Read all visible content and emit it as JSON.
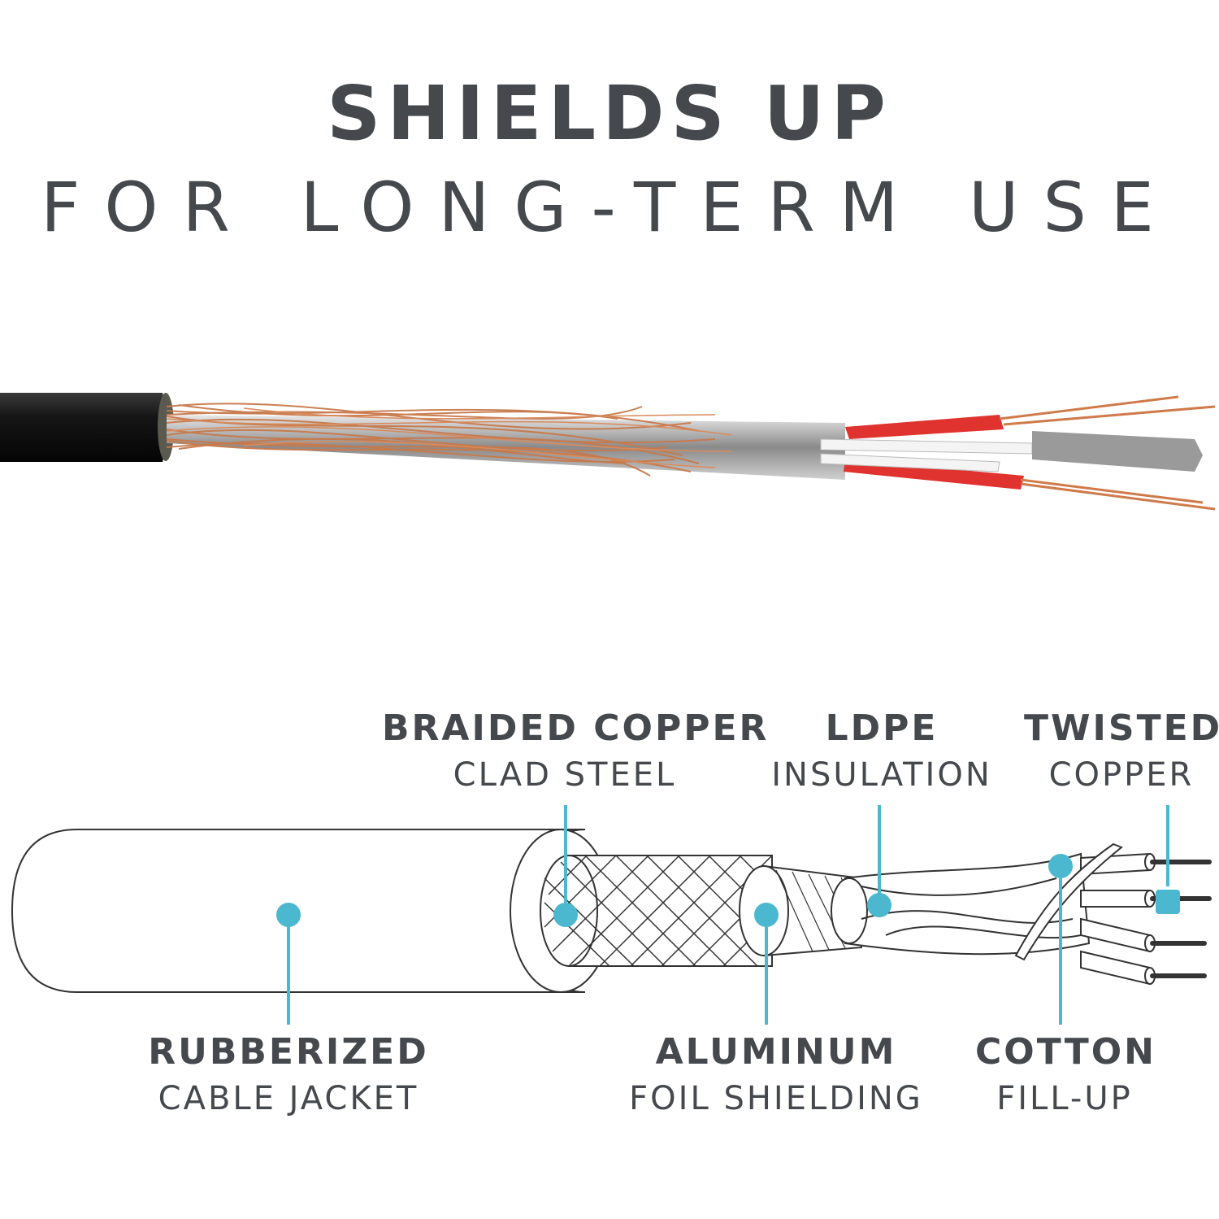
{
  "headline": {
    "title": "SHIELDS UP",
    "subtitle": "FOR LONG-TERM USE"
  },
  "colors": {
    "text": "#45484d",
    "accent": "#4bb8cf",
    "copper": "#c8794a",
    "jacket": "#1a1a1a",
    "wire_red": "#e0322e"
  },
  "labels": {
    "braided": {
      "bold": "BRAIDED COPPER",
      "normal": "CLAD STEEL"
    },
    "ldpe": {
      "bold": "LDPE",
      "normal": "INSULATION"
    },
    "twisted": {
      "bold": "TWISTED",
      "normal": "COPPER"
    },
    "rubberized": {
      "bold": "RUBBERIZED",
      "normal": "CABLE JACKET"
    },
    "aluminum": {
      "bold": "ALUMINUM",
      "normal": "FOIL SHIELDING"
    },
    "cotton": {
      "bold": "COTTON",
      "normal": "FILL-UP"
    }
  }
}
